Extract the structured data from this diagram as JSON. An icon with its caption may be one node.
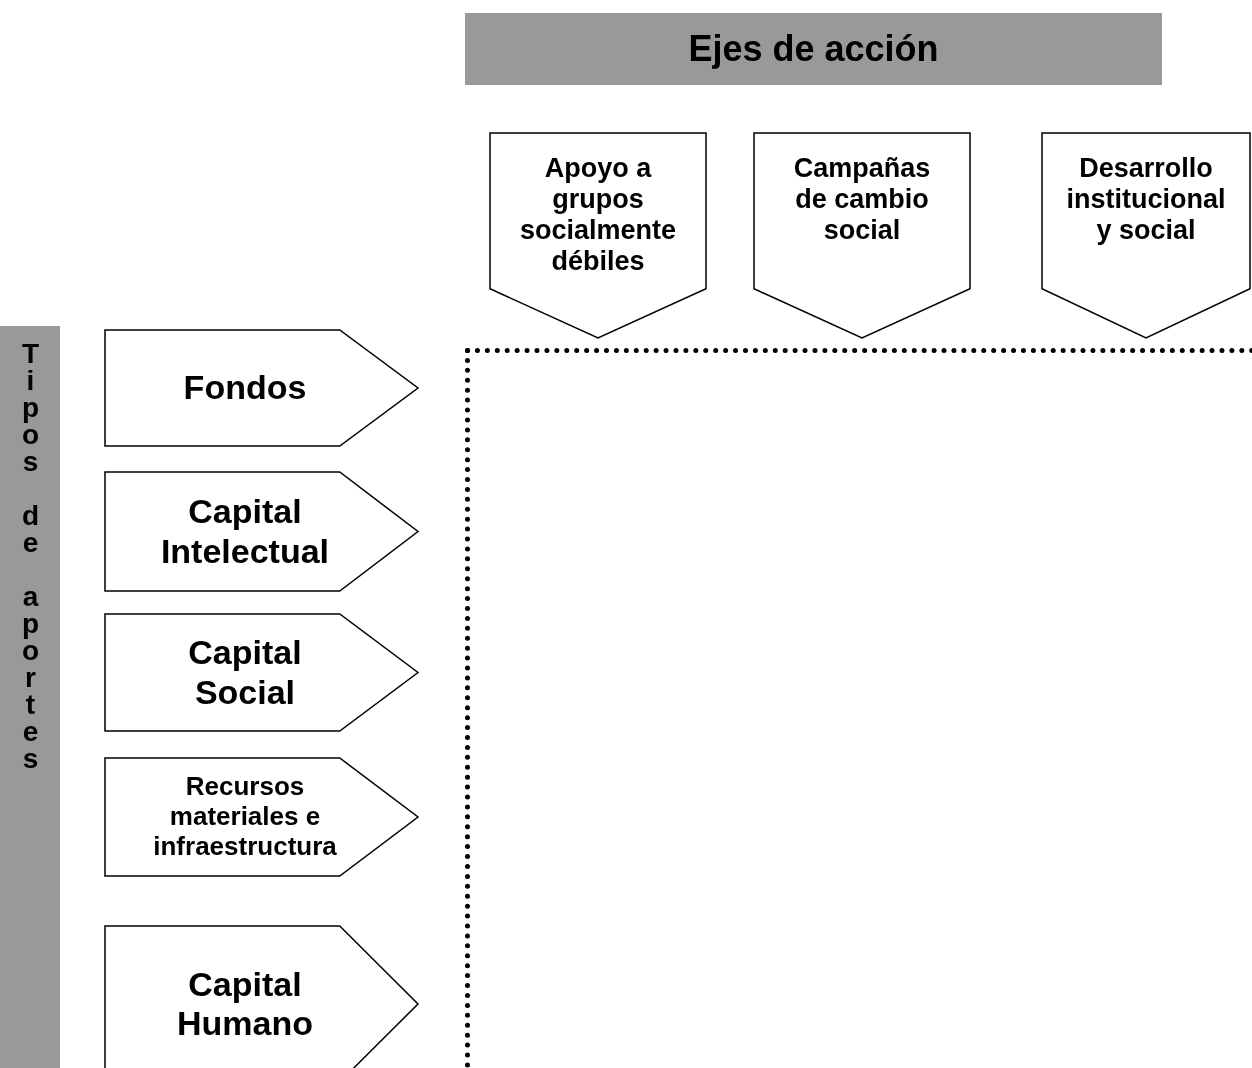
{
  "diagram": {
    "nodes": [
      {
        "text": [
          "Ejes de acción"
        ]
      },
      {
        "text": [
          "Apoyo a grupos socialmente débiles"
        ]
      },
      {
        "text": [
          "Campañas de cambio social"
        ]
      },
      {
        "text": [
          "Desarrollo institucional y social"
        ]
      },
      {
        "text": [
          "Tipos de aportes"
        ]
      },
      {
        "text": [
          "Fondos"
        ]
      },
      {
        "text": [
          "Capital Intelectual"
        ]
      },
      {
        "text": [
          "Capital Social"
        ]
      },
      {
        "text": [
          "Recursos materiales e infraestructura"
        ]
      },
      {
        "text": [
          "Capital Humano"
        ]
      },
      {
        "text": [],
        "shape": "box"
      }
    ],
    "edges": []
  }
}
